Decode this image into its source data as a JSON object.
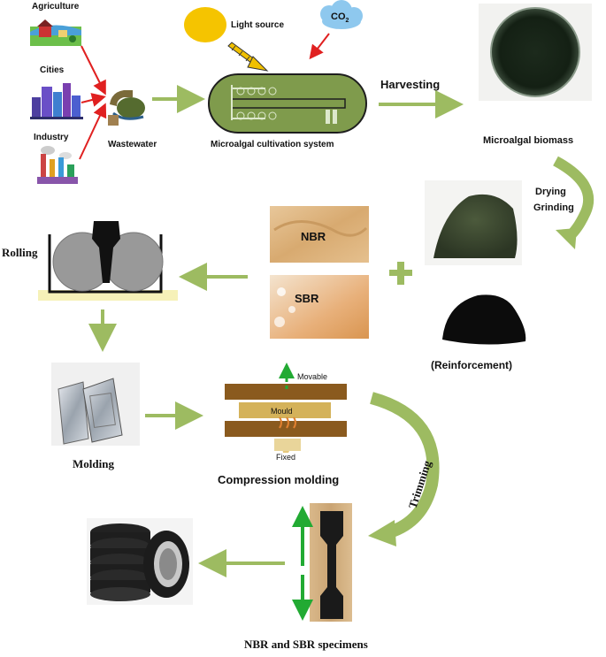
{
  "sources": {
    "agriculture": "Agriculture",
    "cities": "Cities",
    "industry": "Industry",
    "wastewater": "Wastewater"
  },
  "cultivation": {
    "light_source": "Light source",
    "co2_base": "CO",
    "co2_sub": "2",
    "system": "Microalgal cultivation system"
  },
  "steps": {
    "harvesting": "Harvesting",
    "biomass": "Microalgal biomass",
    "drying": "Drying",
    "grinding": "Grinding",
    "reinforcement": "(Reinforcement)",
    "rolling": "Rolling",
    "molding": "Molding",
    "compression_molding": "Compression molding",
    "trimming": "Trimming",
    "specimens": "NBR and SBR specimens"
  },
  "rubbers": {
    "nbr": "NBR",
    "sbr": "SBR"
  },
  "press": {
    "movable": "Movable",
    "mould": "Mould",
    "fixed": "Fixed"
  },
  "colors": {
    "arrow_green": "#9dbb61",
    "bright_green": "#22aa33",
    "red_arrow": "#e02020",
    "reactor_fill": "#7f9b4c",
    "press_brown": "#8a5a1e",
    "mould_tan": "#d4b25a",
    "sun": "#f5c400",
    "cloud": "#8ec8ee"
  }
}
